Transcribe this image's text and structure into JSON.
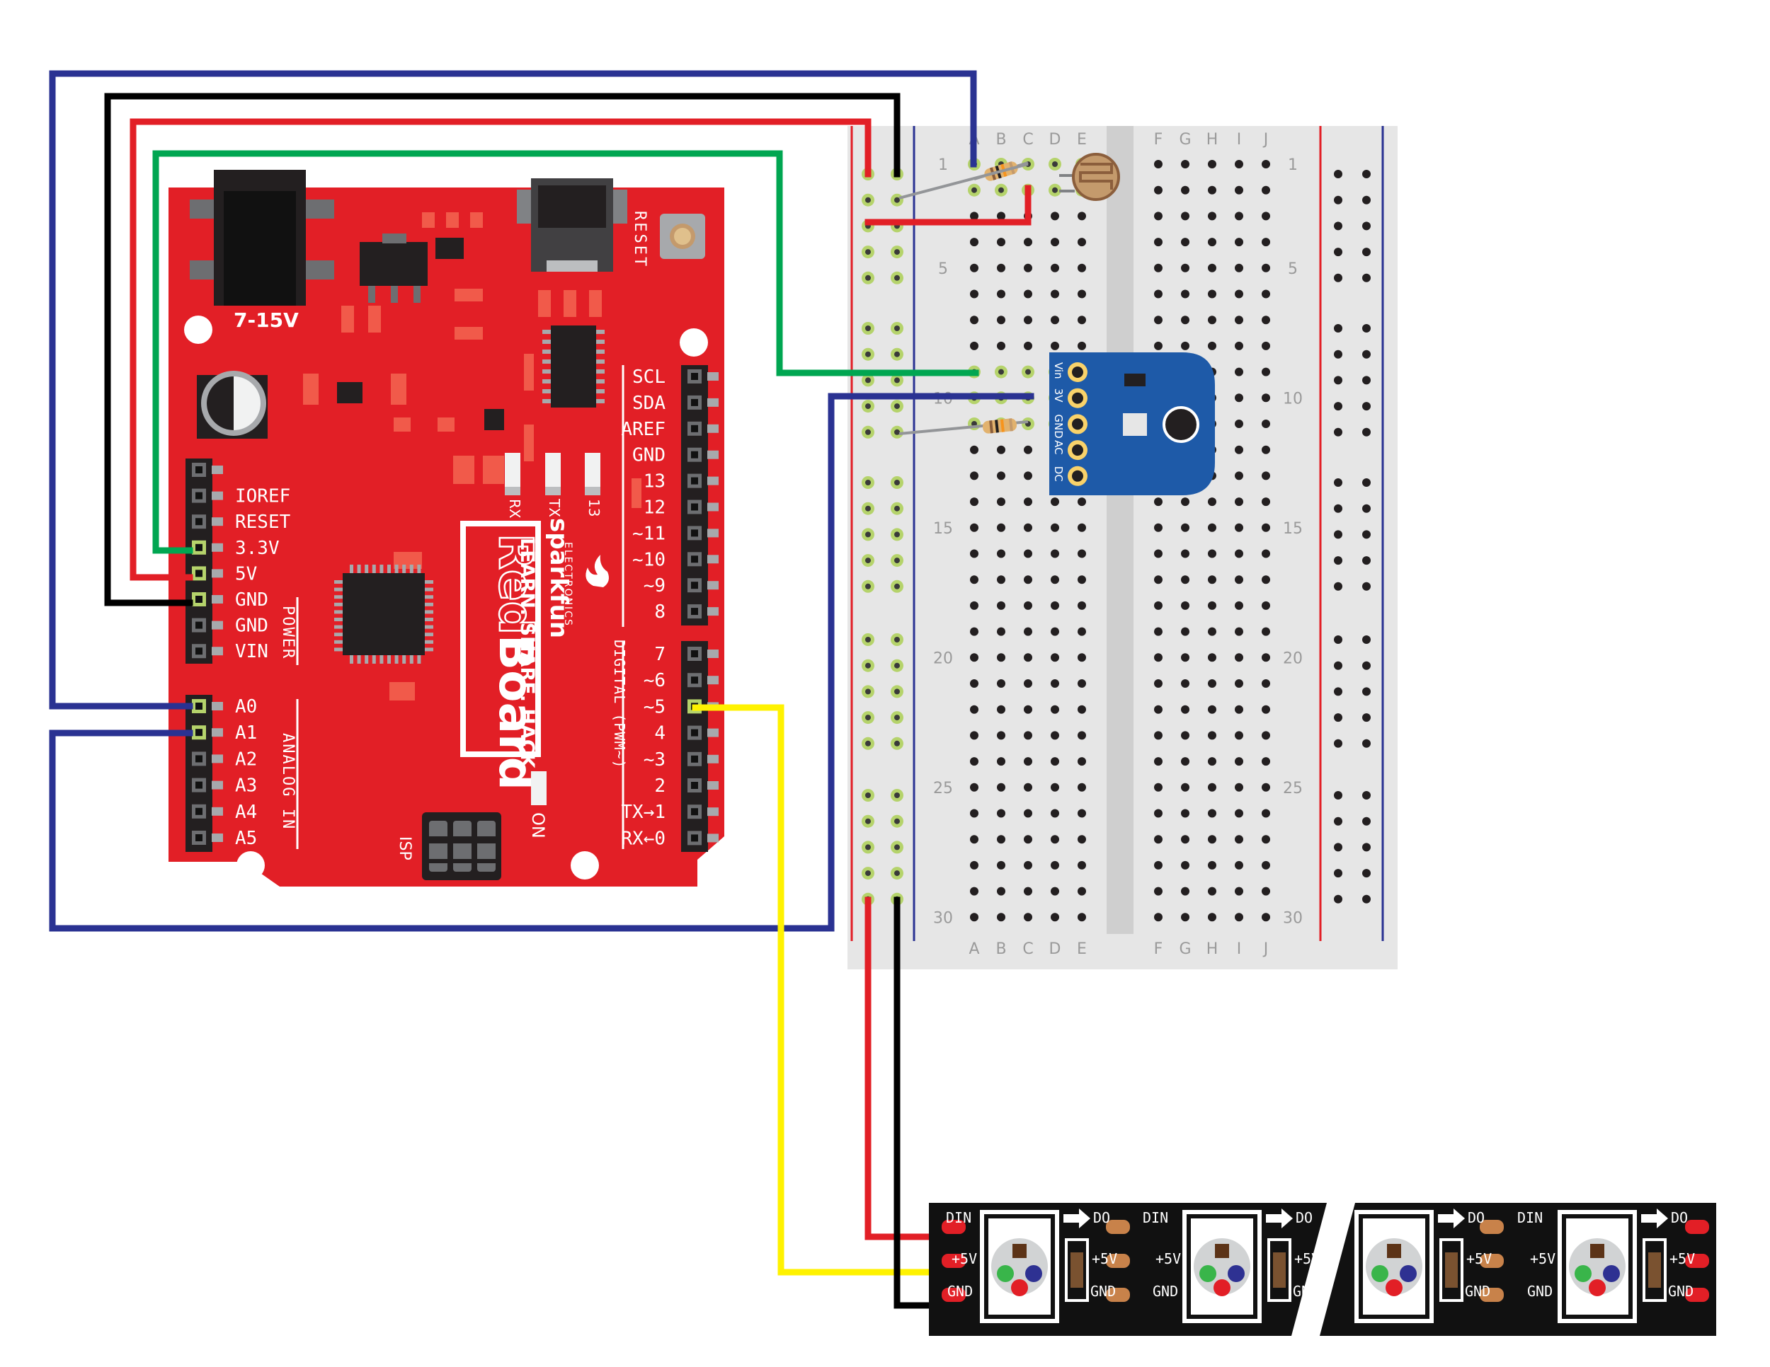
{
  "colors": {
    "board_red": "#e21f26",
    "breadboard": "#e6e6e6",
    "wire_blue": "#2a3292",
    "wire_black": "#000000",
    "wire_red": "#e21f26",
    "wire_green": "#00a651",
    "wire_yellow": "#fff200",
    "sensor_blue": "#1e5aa8",
    "led_strip": "#111111"
  },
  "redboard": {
    "power_jack_label": "7-15V",
    "reset_label": "RESET",
    "brand_name": "sparkfun",
    "brand_sub": "ELECTRONICS",
    "product_prefix": "Red",
    "product_suffix": "Board",
    "tagline": "LEARN. SHARE. HACK.",
    "power_group_label": "POWER",
    "analog_group_label": "ANALOG IN",
    "digital_group_label": "DIGITAL (PWM~)",
    "isp_label": "ISP",
    "on_label": "ON",
    "led_labels": [
      "RX",
      "TX",
      "13"
    ],
    "power_pins": [
      "IOREF",
      "RESET",
      "3.3V",
      "5V",
      "GND",
      "GND",
      "VIN"
    ],
    "analog_pins": [
      "A0",
      "A1",
      "A2",
      "A3",
      "A4",
      "A5"
    ],
    "digital_top_pins": [
      "SCL",
      "SDA",
      "AREF",
      "GND",
      "13",
      "12",
      "~11",
      "~10",
      "~9",
      "8"
    ],
    "digital_bottom_pins": [
      "7",
      "~6",
      "~5",
      "4",
      "~3",
      "2",
      "TX→1",
      "RX←0"
    ]
  },
  "breadboard": {
    "columns_left": [
      "A",
      "B",
      "C",
      "D",
      "E"
    ],
    "columns_right": [
      "F",
      "G",
      "H",
      "I",
      "J"
    ],
    "row_numbers": [
      "1",
      "5",
      "10",
      "15",
      "20",
      "25",
      "30"
    ]
  },
  "sensor": {
    "pins": [
      "Vin",
      "3V",
      "GND",
      "AC",
      "DC"
    ]
  },
  "led_strip": {
    "din_label": "DIN",
    "do_label": "DO",
    "v5_label": "+5V",
    "gnd_label": "GND"
  },
  "icons": [
    "photoresistor-icon",
    "resistor-icon",
    "arrow-right-icon",
    "rgb-led-icon"
  ]
}
